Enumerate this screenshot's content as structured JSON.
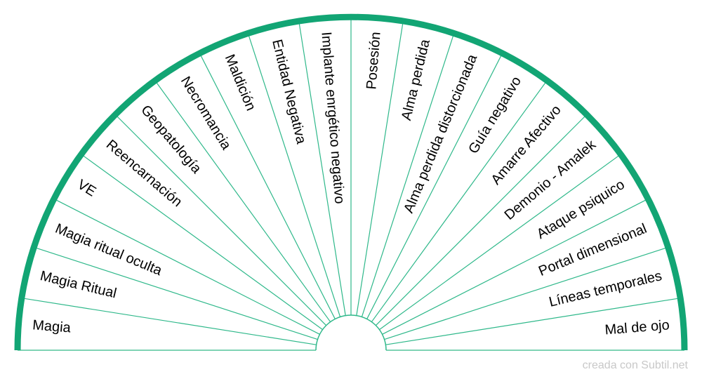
{
  "colors": {
    "arc": "#12a574",
    "spoke": "#2eb88a",
    "base": "#7fd3b4"
  },
  "sectors": [
    "Magia",
    "Magia Ritual",
    "Magia ritual oculta",
    "VE",
    "Reencarnación",
    "Geopatología",
    "Necromancia",
    "Maldición",
    "Entidad Negativa",
    "Implante enrgético negativo",
    "Posesión",
    "Alma perdida",
    "Alma perdida distorcionada",
    "Guía negativo",
    "Amarre Afectivo",
    "Demonio - Amalek",
    "Ataque psiquico",
    "Portal dimensional",
    "Líneas temporales",
    "Mal de ojo"
  ],
  "credit": "creada con Subtil.net"
}
